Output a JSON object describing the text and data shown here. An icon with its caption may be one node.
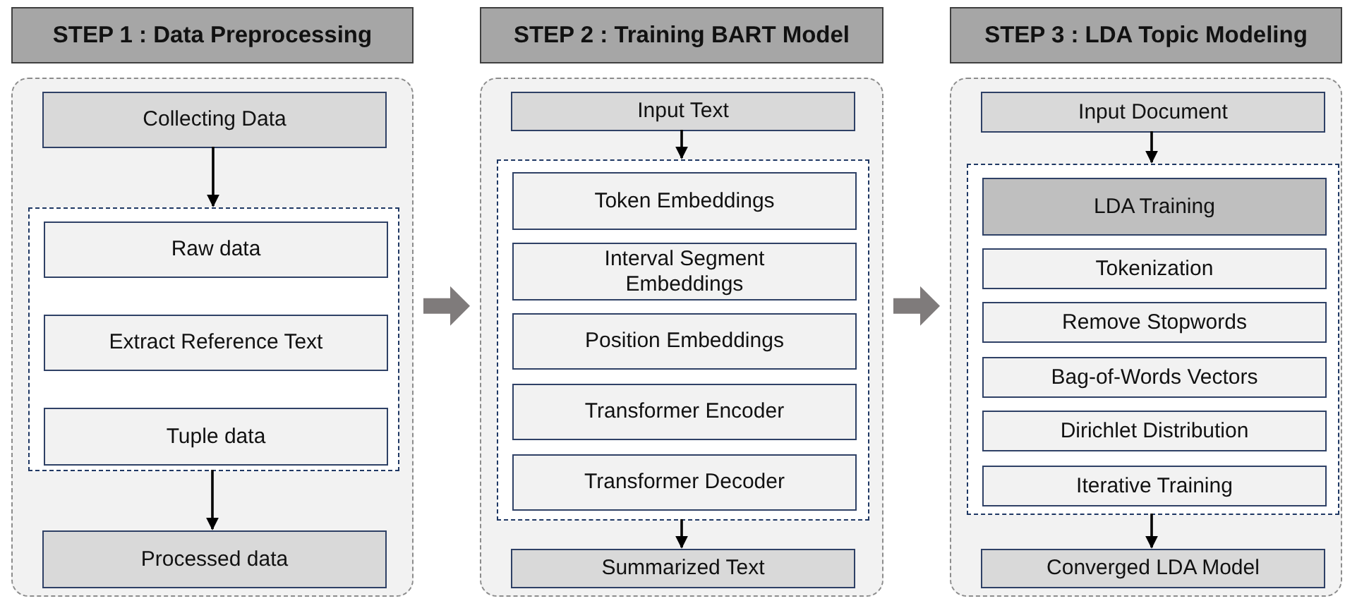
{
  "diagram": {
    "nodes": [
      {
        "text": [
          "STEP 1 : Data Preprocessing"
        ]
      },
      {
        "text": [],
        "shape": "box"
      },
      {
        "text": [
          "Collecting Data"
        ],
        "in": 1
      },
      {
        "text": [],
        "shape": "box",
        "in": 1
      },
      {
        "text": [
          "Raw data"
        ],
        "in": 3
      },
      {
        "text": [
          "Extract Reference Text"
        ],
        "in": 3
      },
      {
        "text": [
          "Tuple data"
        ],
        "in": 3
      },
      {
        "text": [
          "Processed data"
        ],
        "in": 1
      },
      {
        "text": [
          "STEP 2 : Training BART Model"
        ]
      },
      {
        "text": [],
        "shape": "box"
      },
      {
        "text": [
          "Input Text"
        ],
        "in": 9
      },
      {
        "text": [],
        "shape": "box",
        "in": 9
      },
      {
        "text": [
          "Token Embeddings"
        ],
        "in": 11
      },
      {
        "text": [
          "Interval Segment Embeddings"
        ],
        "in": 11
      },
      {
        "text": [
          "Position Embeddings"
        ],
        "in": 11
      },
      {
        "text": [
          "Transformer Encoder"
        ],
        "in": 11
      },
      {
        "text": [
          "Transformer Decoder"
        ],
        "in": 11
      },
      {
        "text": [
          "Summarized Text"
        ],
        "in": 9
      },
      {
        "text": [
          "STEP 3 : LDA Topic Modeling"
        ]
      },
      {
        "text": [],
        "shape": "box"
      },
      {
        "text": [
          "Input Document"
        ],
        "in": 19
      },
      {
        "text": [],
        "shape": "box",
        "in": 19
      },
      {
        "text": [
          "LDA Training"
        ],
        "in": 21
      },
      {
        "text": [
          "Tokenization"
        ],
        "in": 21
      },
      {
        "text": [
          "Remove Stopwords"
        ],
        "in": 21
      },
      {
        "text": [
          "Bag-of-Words Vectors"
        ],
        "in": 21
      },
      {
        "text": [
          "Dirichlet Distribution"
        ],
        "in": 21
      },
      {
        "text": [
          "Iterative Training"
        ],
        "in": 21
      },
      {
        "text": [
          "Converged LDA Model"
        ],
        "in": 19
      }
    ],
    "edges": [
      {
        "from": 2,
        "to": 3,
        "arrow": "to"
      },
      {
        "from": 3,
        "to": 7,
        "arrow": "to"
      },
      {
        "from": 10,
        "to": 11,
        "arrow": "to"
      },
      {
        "from": 11,
        "to": 17,
        "arrow": "to"
      },
      {
        "from": 20,
        "to": 21,
        "arrow": "to"
      },
      {
        "from": 21,
        "to": 28,
        "arrow": "to"
      },
      {
        "from": 1,
        "to": 9,
        "arrow": "to",
        "style": "thick",
        "color": "#7f7b7b"
      },
      {
        "from": 9,
        "to": 19,
        "arrow": "to",
        "style": "thick",
        "color": "#7f7b7b"
      }
    ]
  }
}
